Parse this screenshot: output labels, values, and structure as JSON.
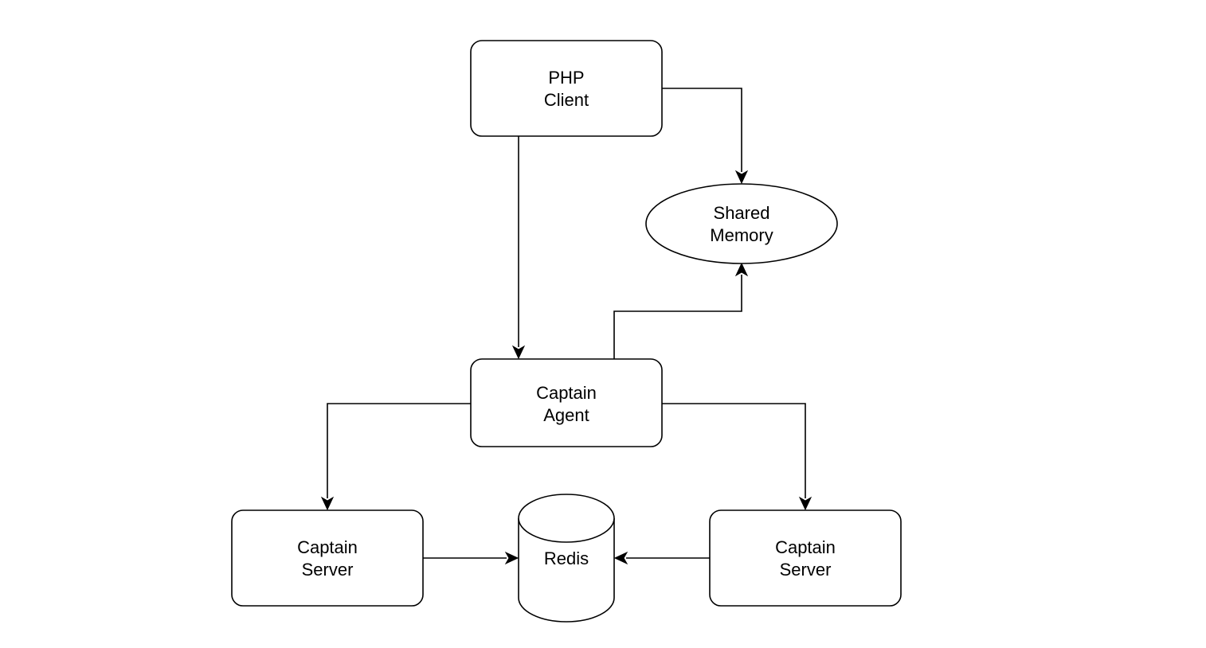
{
  "nodes": {
    "php_client": {
      "line1": "PHP",
      "line2": "Client"
    },
    "shared_memory": {
      "line1": "Shared",
      "line2": "Memory"
    },
    "captain_agent": {
      "line1": "Captain",
      "line2": "Agent"
    },
    "captain_server_left": {
      "line1": "Captain",
      "line2": "Server"
    },
    "redis": {
      "line1": "Redis"
    },
    "captain_server_right": {
      "line1": "Captain",
      "line2": "Server"
    }
  },
  "edges": [
    {
      "from": "PHP Client",
      "to": "Captain Agent"
    },
    {
      "from": "PHP Client",
      "to": "Shared Memory"
    },
    {
      "from": "Captain Agent",
      "to": "Shared Memory"
    },
    {
      "from": "Captain Agent",
      "to": "Captain Server"
    },
    {
      "from": "Captain Agent",
      "to": "Captain Server"
    },
    {
      "from": "Captain Server",
      "to": "Redis"
    },
    {
      "from": "Captain Server",
      "to": "Redis"
    }
  ],
  "style": {
    "stroke_color": "#000000",
    "fill_color": "#ffffff",
    "text_color": "#000000"
  }
}
